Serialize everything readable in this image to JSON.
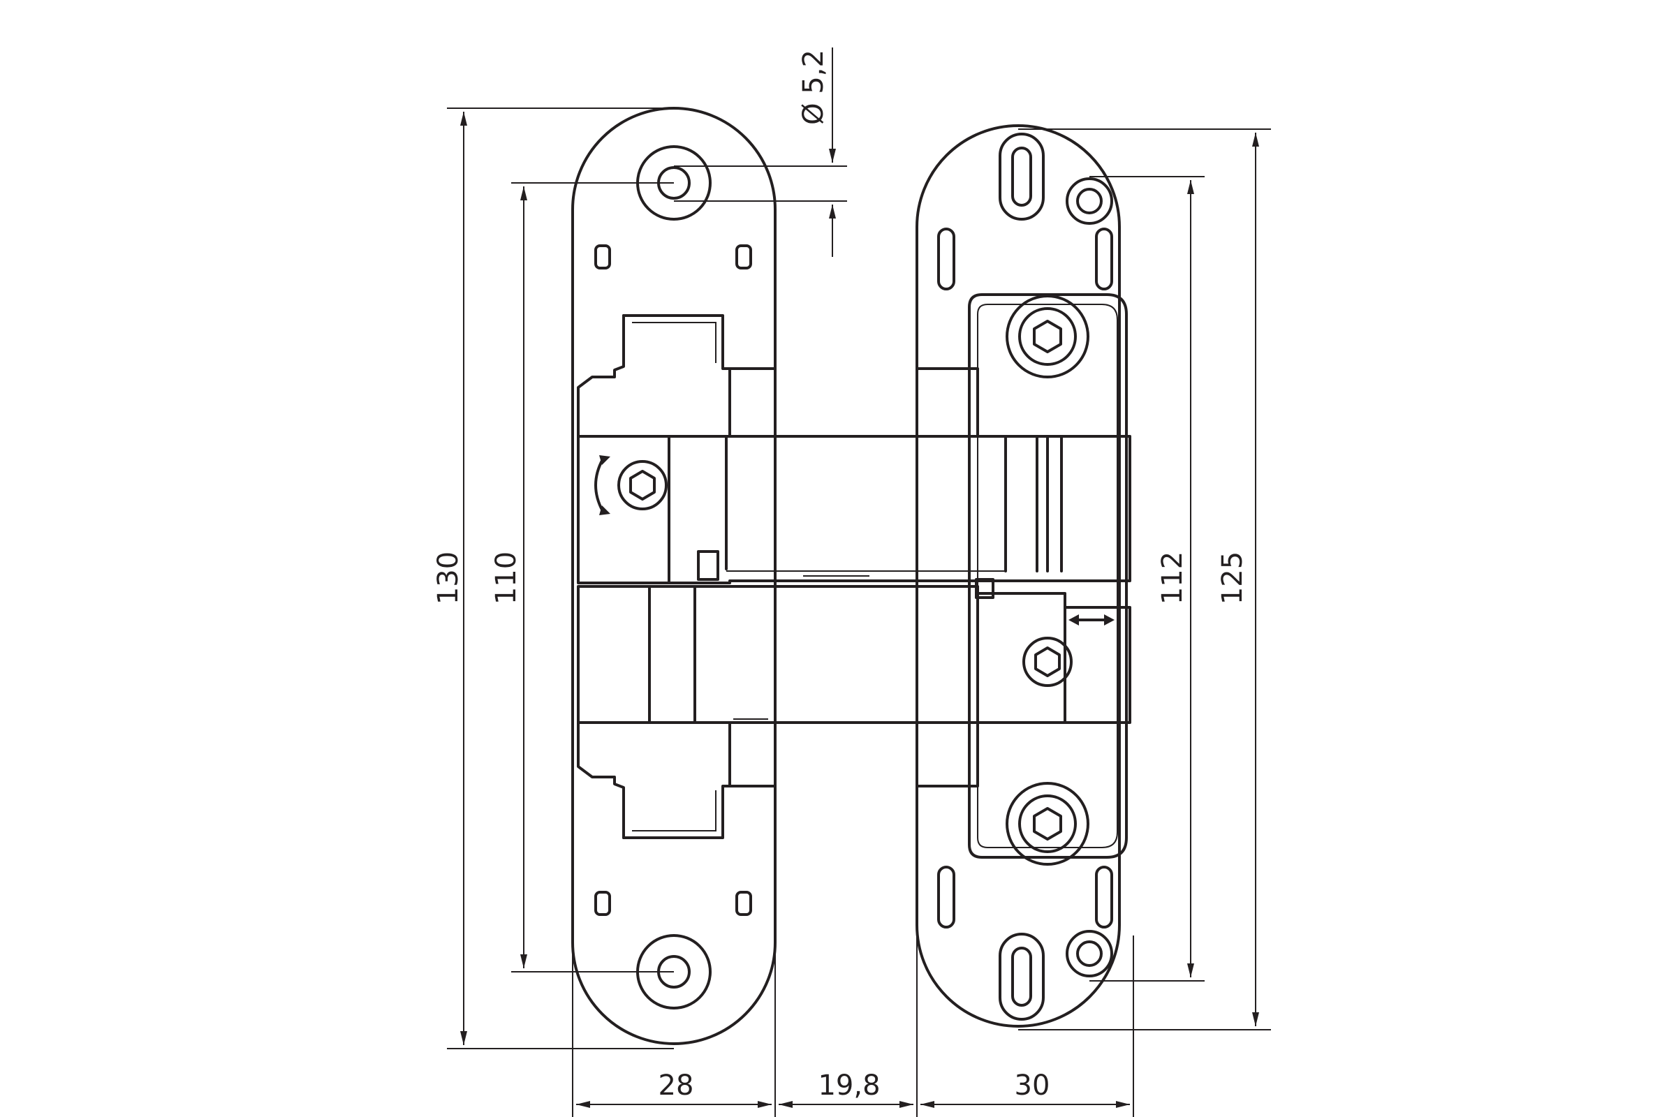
{
  "drawing": {
    "subject": "concealed-hinge",
    "dimensions": {
      "height_overall": "130",
      "hole_spacing_left": "110",
      "hole_spacing_right": "112",
      "height_right": "125",
      "width_left_leaf": "28",
      "width_gap": "19,8",
      "width_right_leaf": "30",
      "hole_diameter": "Ø 5,2"
    },
    "colors": {
      "line": "#231f20",
      "background": "#ffffff"
    }
  }
}
